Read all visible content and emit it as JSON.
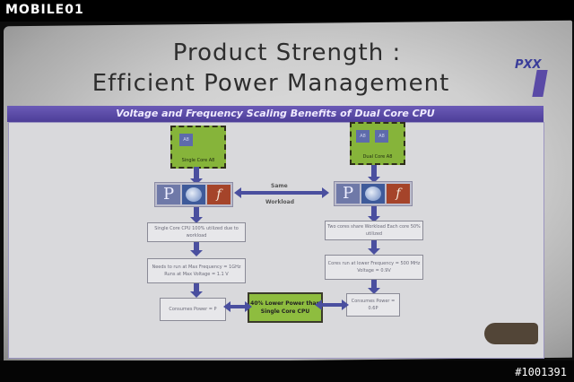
{
  "watermark": {
    "logo": "MOBILE01",
    "photo_id": "#1001391"
  },
  "slide": {
    "title_line1": "Product Strength :",
    "title_line2": "Efficient Power Management",
    "banner": "Voltage and Frequency Scaling Benefits of Dual Core CPU",
    "left": {
      "cpu_label": "Single Core A8",
      "chip_label": "A8",
      "box1": "Single Core CPU 100% utilized due to workload",
      "box2": "Needs to run at Max Frequency = 1GHz Runs at Max Voltage = 1.1 V",
      "box3": "Consumes Power = P"
    },
    "right": {
      "cpu_label": "Dual Core A8",
      "chip_label": "A8",
      "box1": "Two cores share Workload Each core 50% utilized",
      "box2": "Cores run at lower Frequency = 500 MHz Voltage = 0.9V",
      "box3": "Consumes Power = 0.6P"
    },
    "same_label": "Same",
    "workload_label": "Workload",
    "center_box": "40% Lower Power than Single Core CPU",
    "app_p": "P",
    "app_f": "f"
  }
}
